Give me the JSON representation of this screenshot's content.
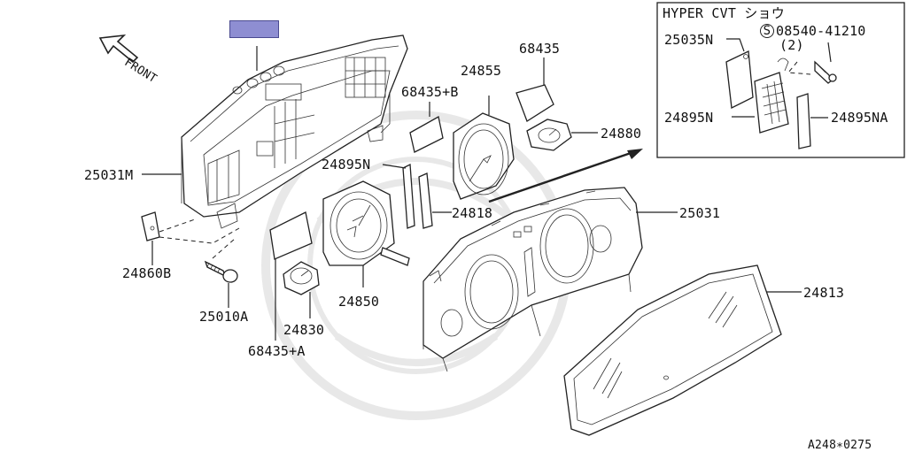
{
  "inset": {
    "title": "HYPER CVT ショウ",
    "screw_symbol": "S",
    "screw_part": "08540-41210",
    "screw_qty": "(2)",
    "labels": [
      "25035N",
      "24895N",
      "24895NA"
    ]
  },
  "direction_label": "FRONT",
  "parts": {
    "p68435": "68435",
    "p68435B": "68435+B",
    "p24855": "24855",
    "p24880": "24880",
    "p24895N": "24895N",
    "p24818": "24818",
    "p25031M": "25031M",
    "p25031": "25031",
    "p24813": "24813",
    "p24860B": "24860B",
    "p25010A": "25010A",
    "p24850": "24850",
    "p24830": "24830",
    "p68435A": "68435+A"
  },
  "figure_code": "A248∗0275",
  "colors": {
    "highlight": "#8e8ed2",
    "ink": "#222222"
  }
}
